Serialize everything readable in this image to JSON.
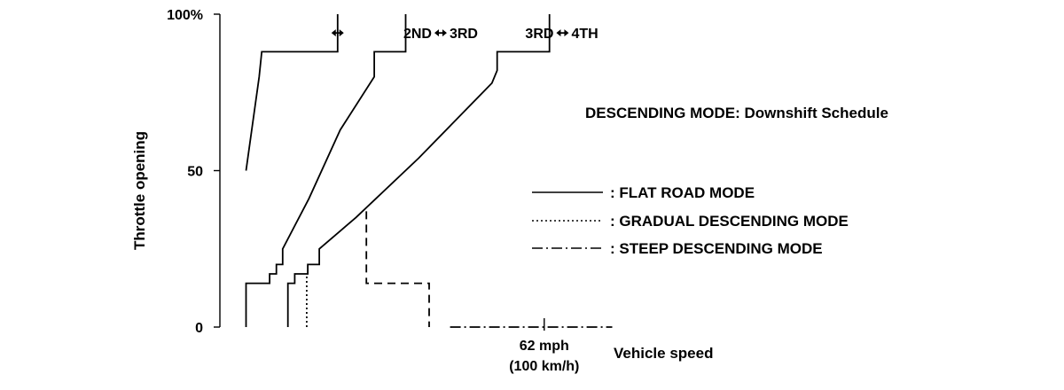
{
  "chart_data": {
    "type": "line",
    "title": "DESCENDING MODE: Downshift Schedule",
    "ylabel": "Throttle opening",
    "xlabel": "Vehicle speed",
    "ylim": [
      0,
      100
    ],
    "xlim": [
      0,
      80
    ],
    "y_ticks": [
      {
        "value": 0,
        "label": "0"
      },
      {
        "value": 50,
        "label": "50"
      },
      {
        "value": 100,
        "label": "100%"
      }
    ],
    "x_ticks": [
      {
        "value": 62,
        "label": "62 mph",
        "sublabel": "(100 km/h)"
      }
    ],
    "shift_labels": [
      {
        "from": "",
        "to": "",
        "x": 22.5,
        "y": 94
      },
      {
        "from": "2ND",
        "to": "3RD",
        "x": 42.2,
        "y": 94
      },
      {
        "from": "3RD",
        "to": "4TH",
        "x": 65.5,
        "y": 94
      }
    ],
    "legend": [
      {
        "style": "solid",
        "label": ": FLAT ROAD MODE"
      },
      {
        "style": "dotted",
        "label": ": GRADUAL DESCENDING MODE"
      },
      {
        "style": "dashdot",
        "label": ": STEEP DESCENDING MODE"
      }
    ],
    "series": [
      {
        "style": "solid",
        "points": [
          [
            5,
            0
          ],
          [
            5,
            14
          ],
          [
            9.5,
            14
          ],
          [
            9.5,
            17
          ],
          [
            10.8,
            17
          ],
          [
            10.8,
            20
          ],
          [
            12,
            20
          ],
          [
            12,
            25
          ],
          [
            17,
            41
          ],
          [
            23,
            63
          ],
          [
            29.5,
            80
          ],
          [
            29.5,
            88
          ],
          [
            35.5,
            88
          ],
          [
            35.5,
            100
          ]
        ]
      },
      {
        "style": "solid",
        "points": [
          [
            13,
            0
          ],
          [
            13,
            14
          ],
          [
            14.3,
            14
          ],
          [
            14.3,
            17
          ],
          [
            16.8,
            17
          ],
          [
            16.8,
            20
          ],
          [
            19,
            20
          ],
          [
            19,
            25
          ],
          [
            26,
            35
          ],
          [
            38,
            54
          ],
          [
            52,
            78
          ],
          [
            53,
            82
          ],
          [
            53,
            88
          ],
          [
            63,
            88
          ],
          [
            63,
            100
          ]
        ]
      },
      {
        "style": "solid",
        "points": [
          [
            5,
            50
          ],
          [
            7.5,
            80
          ],
          [
            8,
            88
          ],
          [
            22.5,
            88
          ],
          [
            22.5,
            100
          ]
        ]
      },
      {
        "style": "dotted",
        "points": [
          [
            16.6,
            0
          ],
          [
            16.6,
            17
          ]
        ]
      },
      {
        "style": "dashed",
        "points": [
          [
            28,
            37
          ],
          [
            28,
            14
          ],
          [
            40,
            14
          ],
          [
            40,
            0
          ]
        ]
      },
      {
        "style": "dashdot",
        "points": [
          [
            44,
            0
          ],
          [
            75,
            0
          ]
        ]
      }
    ]
  }
}
